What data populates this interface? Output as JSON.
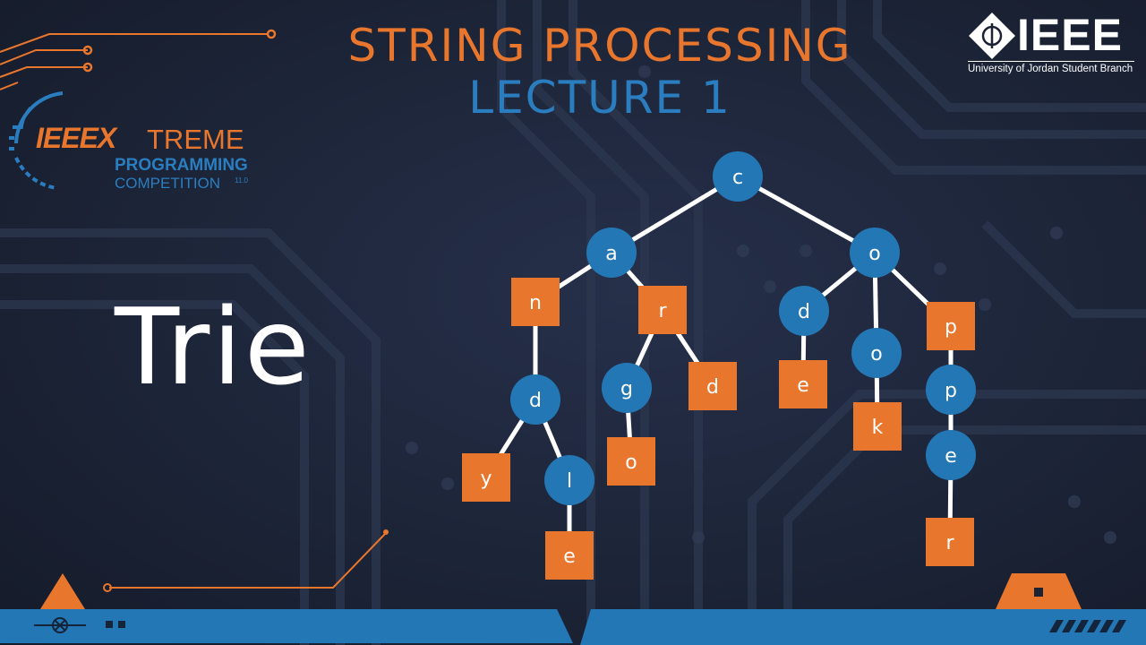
{
  "title": {
    "line1": "STRING PROCESSING",
    "line2": "LECTURE 1"
  },
  "topic": "Trie",
  "ieee": {
    "wordmark": "IEEE",
    "branch": "University of Jordan Student Branch"
  },
  "xtreme": {
    "ieee": "IEEEX",
    "treme": "TREME",
    "programming": "PROGRAMMING",
    "competition": "COMPETITION",
    "version": "11.0"
  },
  "colors": {
    "orange": "#e8762d",
    "blue": "#2a7ec0",
    "bottom_bar": "#2477b5",
    "background": "#1b2233"
  },
  "trie": {
    "nodes": [
      {
        "id": "c",
        "label": "c",
        "shape": "circle"
      },
      {
        "id": "a",
        "label": "a",
        "shape": "circle"
      },
      {
        "id": "o1",
        "label": "o",
        "shape": "circle"
      },
      {
        "id": "n",
        "label": "n",
        "shape": "square"
      },
      {
        "id": "r",
        "label": "r",
        "shape": "square"
      },
      {
        "id": "d1",
        "label": "d",
        "shape": "circle"
      },
      {
        "id": "p1",
        "label": "p",
        "shape": "square"
      },
      {
        "id": "d2",
        "label": "d",
        "shape": "circle"
      },
      {
        "id": "g",
        "label": "g",
        "shape": "circle"
      },
      {
        "id": "d3",
        "label": "d",
        "shape": "square"
      },
      {
        "id": "e1",
        "label": "e",
        "shape": "square"
      },
      {
        "id": "o2",
        "label": "o",
        "shape": "circle"
      },
      {
        "id": "p2",
        "label": "p",
        "shape": "circle"
      },
      {
        "id": "y",
        "label": "y",
        "shape": "square"
      },
      {
        "id": "l",
        "label": "l",
        "shape": "circle"
      },
      {
        "id": "o3",
        "label": "o",
        "shape": "square"
      },
      {
        "id": "k",
        "label": "k",
        "shape": "square"
      },
      {
        "id": "e2",
        "label": "e",
        "shape": "circle"
      },
      {
        "id": "e3",
        "label": "e",
        "shape": "square"
      },
      {
        "id": "r2",
        "label": "r",
        "shape": "square"
      }
    ],
    "edges": [
      [
        "c",
        "a"
      ],
      [
        "c",
        "o1"
      ],
      [
        "a",
        "n"
      ],
      [
        "a",
        "r"
      ],
      [
        "n",
        "d2"
      ],
      [
        "d2",
        "y"
      ],
      [
        "d2",
        "l"
      ],
      [
        "l",
        "e3"
      ],
      [
        "r",
        "g"
      ],
      [
        "r",
        "d3"
      ],
      [
        "g",
        "o3"
      ],
      [
        "o1",
        "d1"
      ],
      [
        "o1",
        "o2"
      ],
      [
        "o1",
        "p1"
      ],
      [
        "d1",
        "e1"
      ],
      [
        "o2",
        "k"
      ],
      [
        "p1",
        "p2"
      ],
      [
        "p2",
        "e2"
      ],
      [
        "e2",
        "r2"
      ]
    ]
  }
}
